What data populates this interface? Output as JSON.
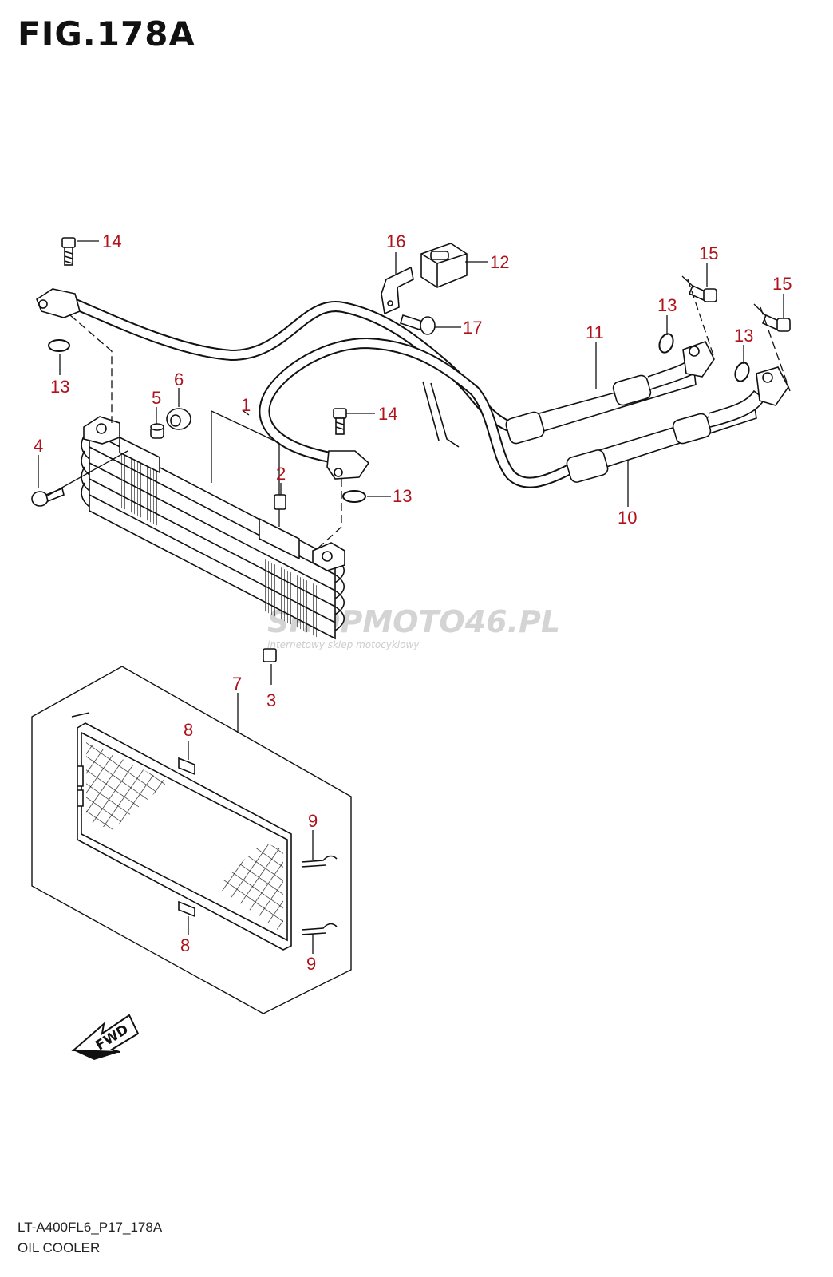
{
  "figure": {
    "title": "FIG.178A",
    "code": "LT-A400FL6_P17_178A",
    "name": "OIL COOLER"
  },
  "colors": {
    "callout": "#b0121b",
    "line": "#111111",
    "watermark": "#c8c8c8"
  },
  "watermark": {
    "text": "SHOPMOTO46.PL",
    "subtext": "internetowy sklep motocyklowy"
  },
  "fwd_label": "FWD",
  "callouts": {
    "c1": "1",
    "c2": "2",
    "c3": "3",
    "c4": "4",
    "c5": "5",
    "c6": "6",
    "c7": "7",
    "c8a": "8",
    "c8b": "8",
    "c9a": "9",
    "c9b": "9",
    "c10": "10",
    "c11": "11",
    "c12": "12",
    "c13a": "13",
    "c13b": "13",
    "c13c": "13",
    "c13d": "13",
    "c14a": "14",
    "c14b": "14",
    "c15a": "15",
    "c15b": "15",
    "c16": "16",
    "c17": "17"
  }
}
